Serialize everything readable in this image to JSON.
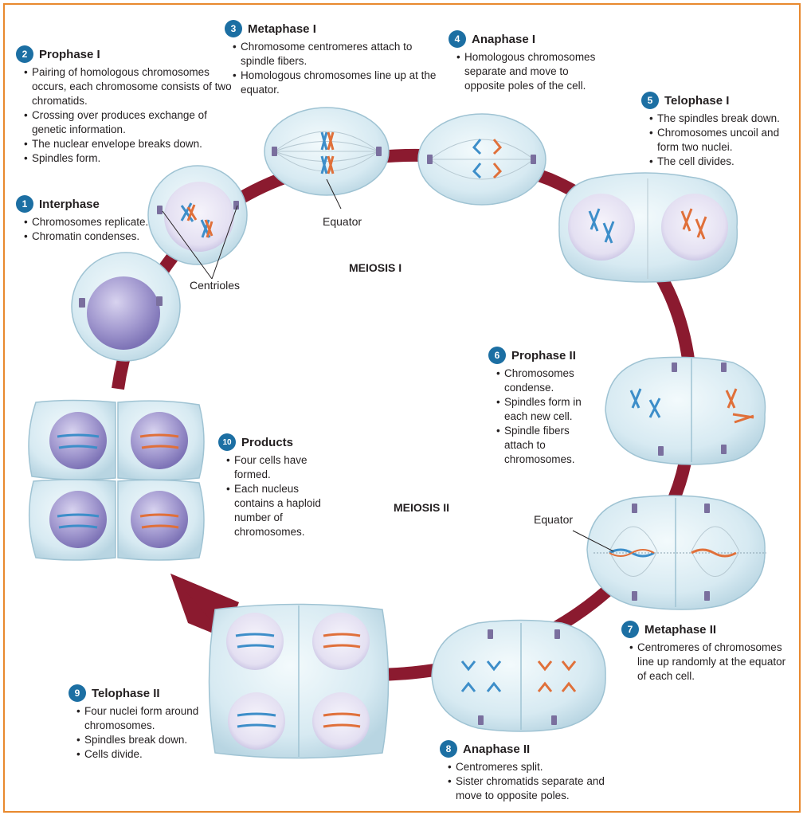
{
  "cycle_labels": {
    "meiosis1": "MEIOSIS I",
    "meiosis2": "MEIOSIS II"
  },
  "callouts": {
    "equator_top": "Equator",
    "equator_right": "Equator",
    "centrioles": "Centrioles"
  },
  "stages": [
    {
      "num": "1",
      "title": "Interphase",
      "bullets": [
        "Chromosomes replicate.",
        "Chromatin condenses."
      ]
    },
    {
      "num": "2",
      "title": "Prophase I",
      "bullets": [
        "Pairing of homologous chromosomes occurs, each chromosome consists of two chromatids.",
        "Crossing over produces exchange of genetic information.",
        "The nuclear envelope breaks down.",
        "Spindles form."
      ]
    },
    {
      "num": "3",
      "title": "Metaphase I",
      "bullets": [
        "Chromosome centromeres attach to spindle fibers.",
        "Homologous chromosomes line up at the equator."
      ]
    },
    {
      "num": "4",
      "title": "Anaphase I",
      "bullets": [
        "Homologous chromosomes separate and move to opposite poles of the cell."
      ]
    },
    {
      "num": "5",
      "title": "Telophase I",
      "bullets": [
        "The spindles break down.",
        "Chromosomes uncoil and form two nuclei.",
        "The cell divides."
      ]
    },
    {
      "num": "6",
      "title": "Prophase II",
      "bullets": [
        "Chromosomes condense.",
        "Spindles form in each new cell.",
        "Spindle fibers attach to chromosomes."
      ]
    },
    {
      "num": "7",
      "title": "Metaphase II",
      "bullets": [
        "Centromeres of chromosomes line up randomly at the equator of each cell."
      ]
    },
    {
      "num": "8",
      "title": "Anaphase II",
      "bullets": [
        "Centromeres split.",
        "Sister chromatids separate and move to opposite poles."
      ]
    },
    {
      "num": "9",
      "title": "Telophase II",
      "bullets": [
        "Four nuclei form around chromosomes.",
        "Spindles break down.",
        "Cells divide."
      ]
    },
    {
      "num": "10",
      "title": "Products",
      "bullets": [
        "Four cells have formed.",
        "Each nucleus contains a haploid number of chromosomes."
      ]
    }
  ],
  "colors": {
    "cycle_arrow": "#8b1a2f",
    "badge": "#1c6fa3",
    "frame": "#e8892e",
    "cell_fill": "#dceef5",
    "nucleus": "#9c92c9",
    "chromosome_blue": "#3d8ec9",
    "chromosome_orange": "#e0703a"
  }
}
